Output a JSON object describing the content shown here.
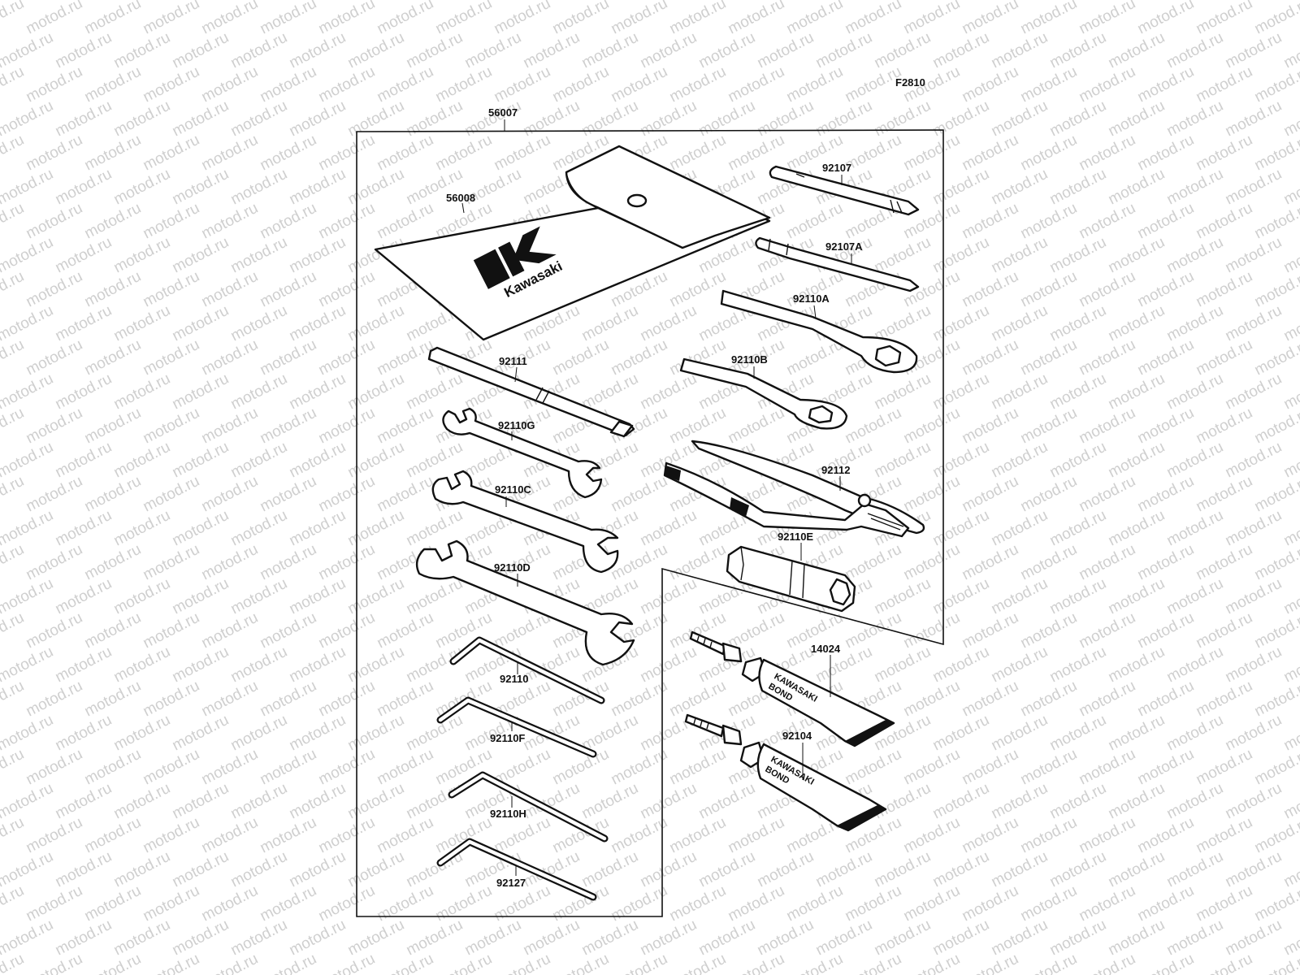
{
  "figure_code": "F2810",
  "watermark_text": "motod.ru",
  "brand": {
    "logo_text": "Kawasaki",
    "tube_print": [
      "KAWASAKI",
      "BOND"
    ]
  },
  "parts": {
    "toolkit_set": "56007",
    "tool_bag": "56008",
    "screwdriver_grip": "92107",
    "screwdriver": "92107A",
    "ring_spanner_a": "92110A",
    "ring_spanner_b": "92110B",
    "extension_bar": "92111",
    "open_wrench_g": "92110G",
    "open_wrench_c": "92110C",
    "open_wrench_d": "92110D",
    "pliers": "92112",
    "plug_wrench": "92110E",
    "hex_key_1": "92110",
    "hex_key_f": "92110F",
    "hex_key_h": "92110H",
    "hex_key_27": "92127",
    "bond_14024": "14024",
    "bond_92104": "92104"
  }
}
